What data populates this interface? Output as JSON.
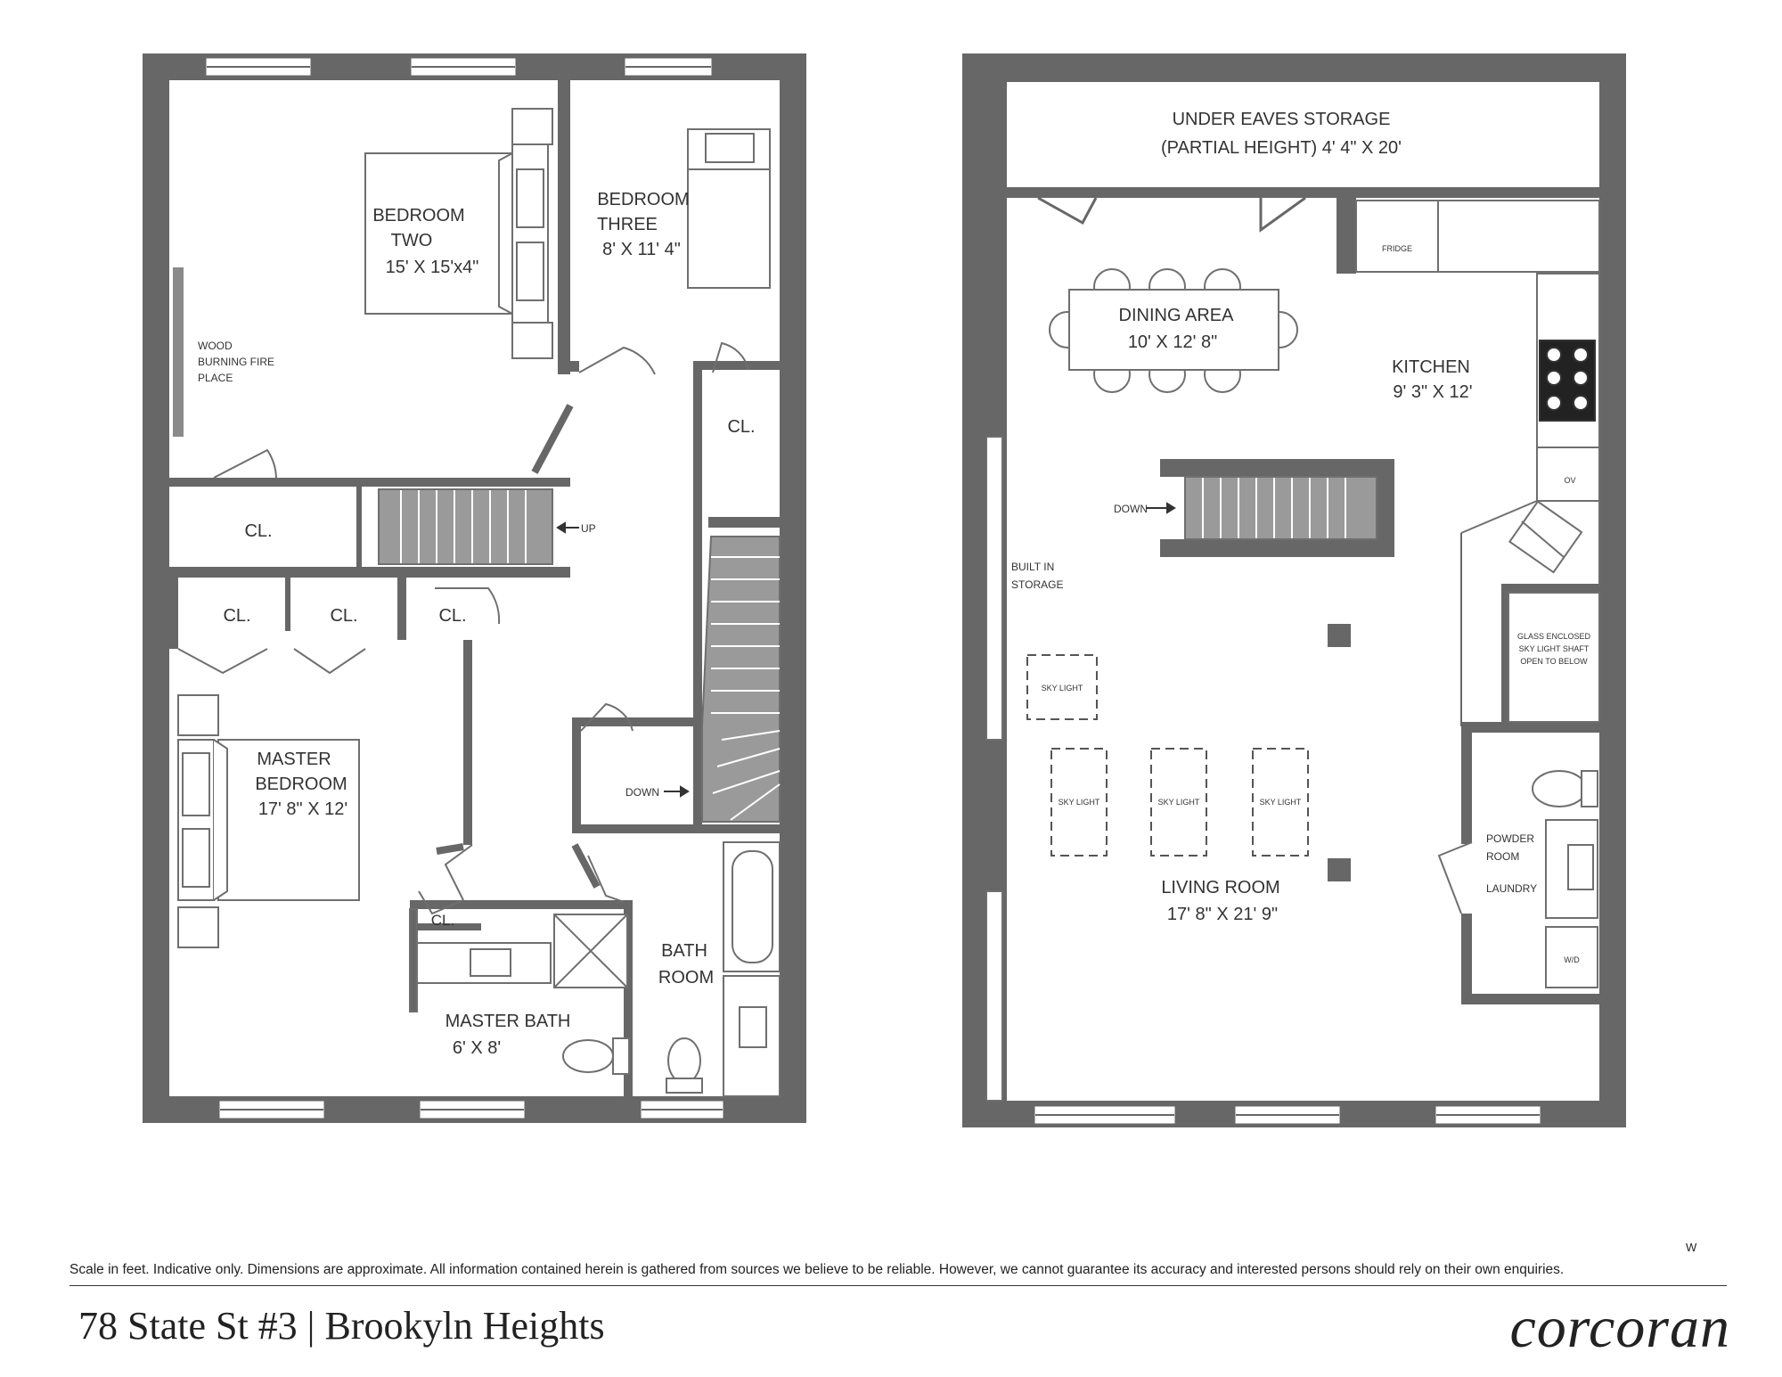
{
  "colors": {
    "wall": "#676767",
    "line": "#6f6f6f",
    "stair": "#9a9a9a",
    "ink": "#333333"
  },
  "left_plan": {
    "rooms": {
      "bedroom_two": [
        "BEDROOM",
        "TWO",
        "15' X 15'x4\""
      ],
      "bedroom_three": [
        "BEDROOM",
        "THREE",
        "8' X 11' 4\""
      ],
      "fireplace": [
        "WOOD",
        "BURNING FIRE",
        "PLACE"
      ],
      "closet": "CL.",
      "stairs_up": "UP",
      "stairs_down": "DOWN",
      "master_bedroom": [
        "MASTER",
        "BEDROOM",
        "17' 8\" X 12'"
      ],
      "bath_room": [
        "BATH",
        "ROOM"
      ],
      "master_bath": [
        "MASTER BATH",
        "6' X 8'"
      ]
    }
  },
  "right_plan": {
    "rooms": {
      "storage": [
        "UNDER EAVES STORAGE",
        "(PARTIAL HEIGHT) 4' 4\" X 20'"
      ],
      "fridge": "FRIDGE",
      "dining": [
        "DINING AREA",
        "10' X 12' 8\""
      ],
      "kitchen": [
        "KITCHEN",
        "9' 3\" X 12'"
      ],
      "ov": "OV",
      "stairs_down": "DOWN",
      "built_in": [
        "BUILT IN",
        "STORAGE"
      ],
      "skylight_shaft": [
        "GLASS ENCLOSED",
        "SKY LIGHT SHAFT",
        "OPEN TO BELOW"
      ],
      "skylight": "SKY LIGHT",
      "powder": [
        "POWDER",
        "ROOM",
        "LAUNDRY"
      ],
      "wd": "W/D",
      "living": [
        "LIVING ROOM",
        "17' 8\" X 21' 9\""
      ]
    }
  },
  "footer": {
    "w": "W",
    "disclaimer": "Scale in feet. Indicative only. Dimensions are approximate. All information contained herein is gathered from sources we believe to be reliable. However, we cannot guarantee its accuracy and interested persons should rely on their own enquiries.",
    "address": "78 State St #3 | Brookyln Heights",
    "brand": "corcoran"
  }
}
